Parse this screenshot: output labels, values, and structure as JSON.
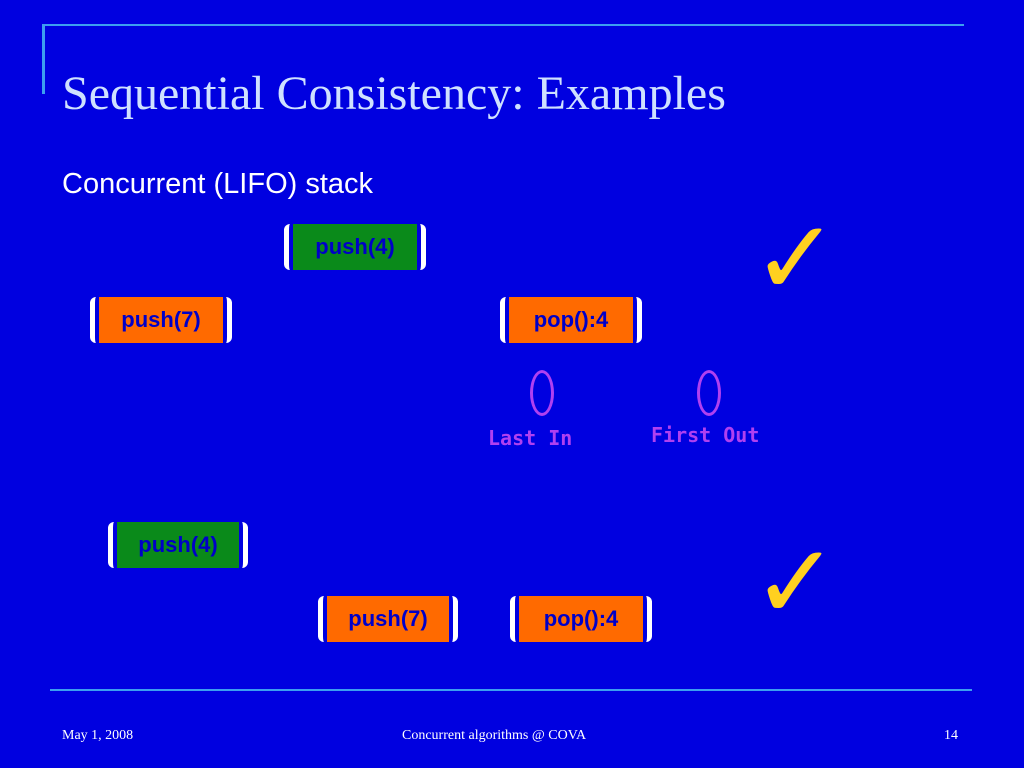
{
  "slide": {
    "title": "Sequential Consistency: Examples",
    "subtitle": "Concurrent (LIFO) stack"
  },
  "example1": {
    "push4": "push(4)",
    "push7": "push(7)",
    "pop": "pop():4",
    "annotation_last_in": "Last In",
    "annotation_first_out": "First Out",
    "check": "✓"
  },
  "example2": {
    "push4": "push(4)",
    "push7": "push(7)",
    "pop": "pop():4",
    "check": "✓"
  },
  "footer": {
    "date": "May 1, 2008",
    "center": "Concurrent algorithms @ COVA",
    "page": "14"
  },
  "colors": {
    "background": "#0000e0",
    "rule": "#3c9ef0",
    "op_green": "#0a8a1a",
    "op_orange": "#ff6a00",
    "op_text": "#0000c8",
    "annotation": "#b040f0",
    "check": "#ffd020"
  }
}
